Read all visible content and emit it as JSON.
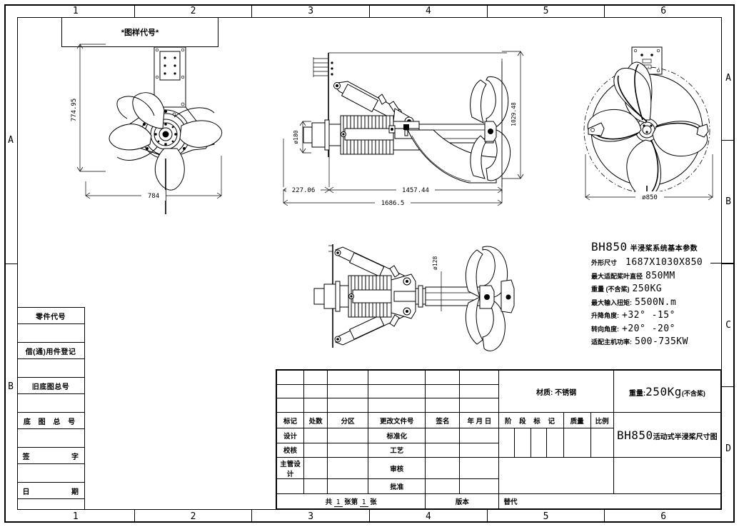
{
  "sheet": {
    "drawing_code_banner": "*图样代号*",
    "zones_top": [
      "1",
      "2",
      "3",
      "4",
      "5",
      "6"
    ],
    "zones_bottom": [
      "1",
      "2",
      "3",
      "4",
      "5",
      "6"
    ],
    "zones_left": [
      "A",
      "B"
    ],
    "zones_right": [
      "A",
      "B",
      "C",
      "D"
    ]
  },
  "left_margin": {
    "rows": [
      {
        "label": "零件代号",
        "spread": false
      },
      {
        "label": "借(通)用件登记",
        "spread": false
      },
      {
        "label": "旧底图总号",
        "spread": false
      },
      {
        "label": "底 图 总 号",
        "spread": false
      },
      {
        "label_left": "签",
        "label_right": "字",
        "spread": true
      },
      {
        "label_left": "日",
        "label_right": "期",
        "spread": true
      }
    ]
  },
  "spec_block": {
    "title_model": "BH850",
    "title_text": "半浸桨系统基本参数",
    "rows": [
      {
        "label": "外形尺寸",
        "value": "1687X1030X850"
      },
      {
        "label": "最大适配桨叶直径",
        "value": "850MM"
      },
      {
        "label": "重量 (不含桨)",
        "value": "250KG"
      },
      {
        "label": "最大输入扭矩:",
        "value": "5500N.m"
      },
      {
        "label": "升降角度:",
        "value": "+32°  -15°"
      },
      {
        "label": "转向角度:",
        "value": "+20°  -20°"
      },
      {
        "label": "适配主机功率:",
        "value": "500-735KW"
      }
    ]
  },
  "title_block": {
    "material_label": "材质: 不锈钢",
    "weight_label": "重量:",
    "weight_value": "250Kg",
    "weight_suffix": "(不含桨)",
    "drawing_model": "BH850",
    "drawing_title": "活动式半浸桨尺寸图",
    "revision_headers": [
      "标记",
      "处数",
      "分区",
      "更改文件号",
      "签名",
      "年  月  日"
    ],
    "stage_header": "阶 段 标 记",
    "quality_header": "质量",
    "scale_header": "比例",
    "role_rows_left": [
      "设计",
      "校核",
      "主管设计",
      ""
    ],
    "role_rows_mid": [
      "标准化",
      "工艺",
      "审核",
      "批准"
    ],
    "sheet_total_prefix": "共",
    "sheet_total_num": "1",
    "sheet_total_mid": "张第",
    "sheet_index_num": "1",
    "sheet_total_suffix": "张",
    "version_label": "版本",
    "replace_label": "替代"
  },
  "dimensions": {
    "front_view_height": "774.95",
    "front_view_width": "784",
    "side_input_dia": "ø180",
    "side_len_a": "227.06",
    "side_len_b": "1457.44",
    "side_len_total": "1686.5",
    "side_height": "1029.48",
    "top_shaft_dia": "ø128",
    "prop_dia": "ø850"
  },
  "views": {
    "front_view_name": "front-elevation-propeller-view",
    "side_view_name": "side-elevation-drive-view",
    "top_view_name": "plan-view-drive-view",
    "end_view_name": "end-view-propeller-disc"
  }
}
